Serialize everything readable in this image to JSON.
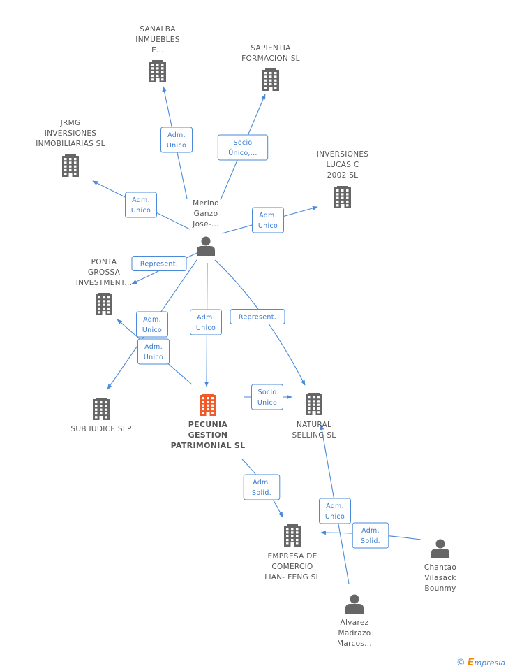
{
  "nodes": [
    {
      "id": "sanalba",
      "type": "company",
      "lines": [
        "SANALBA",
        "INMUEBLES",
        "E..."
      ]
    },
    {
      "id": "sapientia",
      "type": "company",
      "lines": [
        "SAPIENTIA",
        "FORMACION SL"
      ]
    },
    {
      "id": "jrmg",
      "type": "company",
      "lines": [
        "JRMG",
        "INVERSIONES",
        "INMOBILIARIAS SL"
      ]
    },
    {
      "id": "inversiones_lucas",
      "type": "company",
      "lines": [
        "INVERSIONES",
        "LUCAS C",
        "2002 SL"
      ]
    },
    {
      "id": "merino",
      "type": "person",
      "lines": [
        "Merino",
        "Ganzo",
        "Jose-..."
      ]
    },
    {
      "id": "ponta",
      "type": "company",
      "lines": [
        "PONTA",
        "GROSSA",
        "INVESTMENT..."
      ]
    },
    {
      "id": "sub_iudice",
      "type": "company",
      "lines": [
        "SUB IUDICE SLP"
      ]
    },
    {
      "id": "pecunia",
      "type": "company",
      "main": true,
      "lines": [
        "PECUNIA",
        "GESTION",
        "PATRIMONIAL SL"
      ]
    },
    {
      "id": "natural",
      "type": "company",
      "lines": [
        "NATURAL",
        "SELLING SL"
      ]
    },
    {
      "id": "empresa",
      "type": "company",
      "lines": [
        "EMPRESA DE",
        "COMERCIO",
        "LIAN- FENG  SL"
      ]
    },
    {
      "id": "chantao",
      "type": "person",
      "lines": [
        "Chantao",
        "Vilasack",
        "Bounmy"
      ]
    },
    {
      "id": "alvarez",
      "type": "person",
      "lines": [
        "Alvarez",
        "Madrazo",
        "Marcos..."
      ]
    }
  ],
  "edges": [
    {
      "id": "merino-sanalba",
      "lines": [
        "Adm.",
        "Unico"
      ]
    },
    {
      "id": "merino-sapientia",
      "lines": [
        "Socio",
        "Único,..."
      ]
    },
    {
      "id": "merino-jrmg",
      "lines": [
        "Adm.",
        "Unico"
      ]
    },
    {
      "id": "merino-lucas",
      "lines": [
        "Adm.",
        "Unico"
      ]
    },
    {
      "id": "merino-ponta",
      "lines": [
        "Represent."
      ]
    },
    {
      "id": "merino-subiudice",
      "lines": [
        "Adm.",
        "Unico"
      ]
    },
    {
      "id": "pecunia-ponta",
      "lines": [
        "Adm.",
        "Unico"
      ]
    },
    {
      "id": "merino-pecunia",
      "lines": [
        "Adm.",
        "Unico"
      ]
    },
    {
      "id": "merino-natural",
      "lines": [
        "Represent."
      ]
    },
    {
      "id": "pecunia-natural",
      "lines": [
        "Socio",
        "Único"
      ]
    },
    {
      "id": "pecunia-empresa",
      "lines": [
        "Adm.",
        "Solid."
      ]
    },
    {
      "id": "alvarez-natural",
      "lines": [
        "Adm.",
        "Unico"
      ]
    },
    {
      "id": "chantao-empresa",
      "lines": [
        "Adm.",
        "Solid."
      ]
    }
  ],
  "footer": {
    "copyright": "©",
    "brand_initial": "E",
    "brand_rest": "mpresia"
  },
  "colors": {
    "edge": "#4a8ad8",
    "icon": "#666666",
    "main_icon": "#f05a28",
    "label": "#555555"
  }
}
